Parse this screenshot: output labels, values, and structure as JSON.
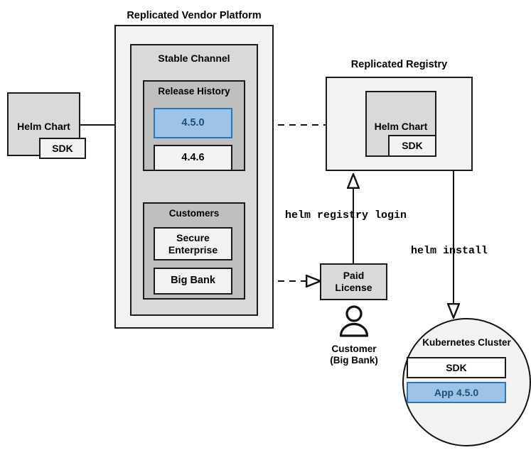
{
  "diagram": {
    "title_vendor_platform": "Replicated Vendor Platform",
    "title_registry": "Replicated Registry",
    "stable_channel": "Stable Channel",
    "release_history": "Release History",
    "customers": "Customers"
  },
  "source_chart": {
    "name": "Helm Chart",
    "sdk": "SDK"
  },
  "releases": [
    {
      "version": "4.5.0",
      "highlighted": true
    },
    {
      "version": "4.4.6",
      "highlighted": false
    }
  ],
  "customer_list": [
    {
      "name": "Secure Enterprise"
    },
    {
      "name": "Big Bank"
    }
  ],
  "registry_chart": {
    "name": "Helm Chart",
    "sdk": "SDK"
  },
  "license": {
    "label_line1": "Paid",
    "label_line2": "License"
  },
  "actor": {
    "icon": "person-icon",
    "caption_line1": "Customer",
    "caption_line2": "(Big Bank)"
  },
  "commands": {
    "registry_login": "helm registry login",
    "install": "helm install"
  },
  "cluster": {
    "title": "Kubernetes Cluster",
    "items": [
      {
        "label": "SDK",
        "highlighted": false
      },
      {
        "label": "App 4.5.0",
        "highlighted": true
      }
    ]
  },
  "colors": {
    "accent_blue_fill": "#9dc3e6",
    "accent_blue_border": "#2e75b6",
    "accent_blue_text": "#1f4e79",
    "stroke": "#1a1a1a",
    "grey_light": "#f2f2f2",
    "grey_mid": "#d9d9d9",
    "grey_dark": "#bfbfbf"
  }
}
